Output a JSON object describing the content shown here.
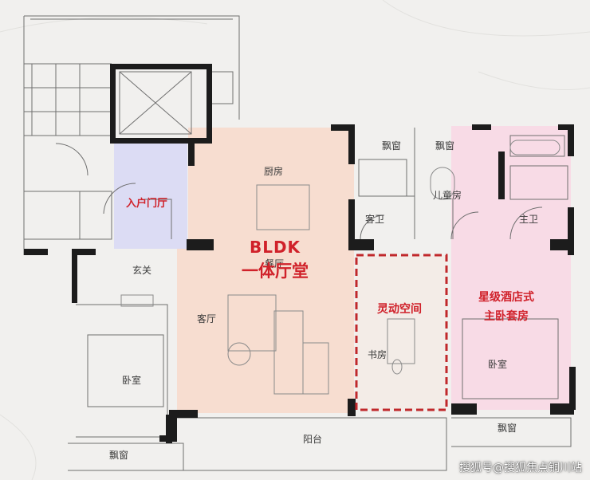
{
  "plan": {
    "rooms": {
      "kitchen": "厨房",
      "entry_hall": "入户门厅",
      "dining": "餐厅",
      "foyer": "玄关",
      "living": "客厅",
      "bedroom_left": "卧室",
      "bay_window_left": "飘窗",
      "balcony": "阳台",
      "bay_window_top_1": "飘窗",
      "bay_window_top_2": "飘窗",
      "kids_room": "儿童房",
      "guest_bath": "客卫",
      "study": "书房",
      "master_bath": "主卫",
      "bedroom_master": "卧室",
      "bay_window_right": "飘窗"
    },
    "callouts": {
      "bldk_title": "BLDK",
      "bldk_subtitle": "一体厅堂",
      "flex_space": "灵动空间",
      "master_suite_line1": "星级酒店式",
      "master_suite_line2": "主卧套房"
    },
    "watermark": "搜狐号@搜狐焦点铜川站",
    "colors": {
      "accent_red": "#d0212a",
      "living_zone": "#f7ddd0",
      "master_zone": "#f8dbe6",
      "entry_zone": "#dcdcf4",
      "wall": "#1c1c1c"
    }
  }
}
